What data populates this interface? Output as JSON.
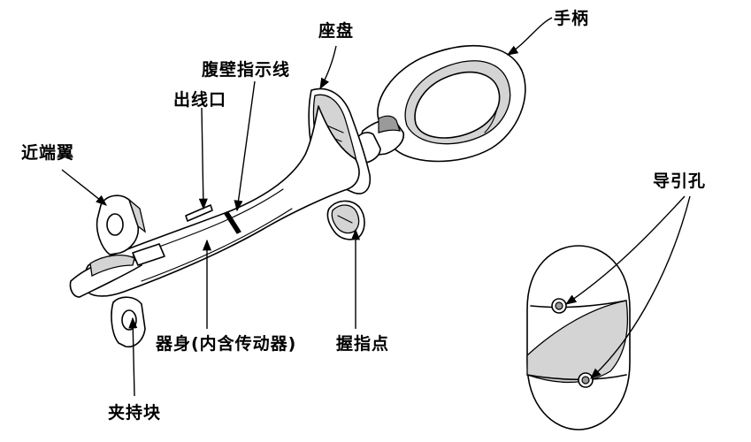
{
  "labels": {
    "handle": "手柄",
    "seat": "座盘",
    "wall_line": "腹壁指示线",
    "outlet": "出线口",
    "proximal_wing": "近端翼",
    "guide_holes": "导引孔",
    "body": "器身(内含传动器)",
    "grip_point": "握指点",
    "clamp_block": "夹持块"
  }
}
